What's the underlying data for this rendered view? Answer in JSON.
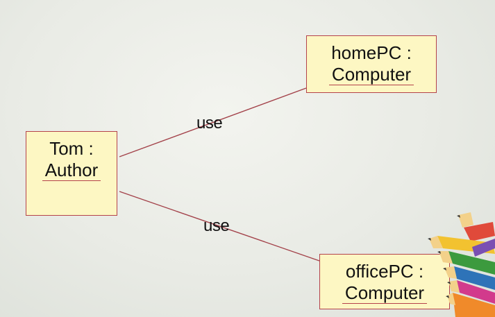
{
  "objects": {
    "tom": {
      "name": "Tom :",
      "type": "Author"
    },
    "home": {
      "name": "homePC :",
      "type": "Computer"
    },
    "office": {
      "name": "officePC :",
      "type": "Computer"
    }
  },
  "links": [
    {
      "from": "tom",
      "to": "home",
      "label": "use"
    },
    {
      "from": "tom",
      "to": "office",
      "label": "use"
    }
  ],
  "colors": {
    "box_fill": "#fdf7c3",
    "box_border": "#b4424a",
    "link_line": "#a3424a"
  },
  "decoration": {
    "pencils-image": "colored pencils"
  }
}
